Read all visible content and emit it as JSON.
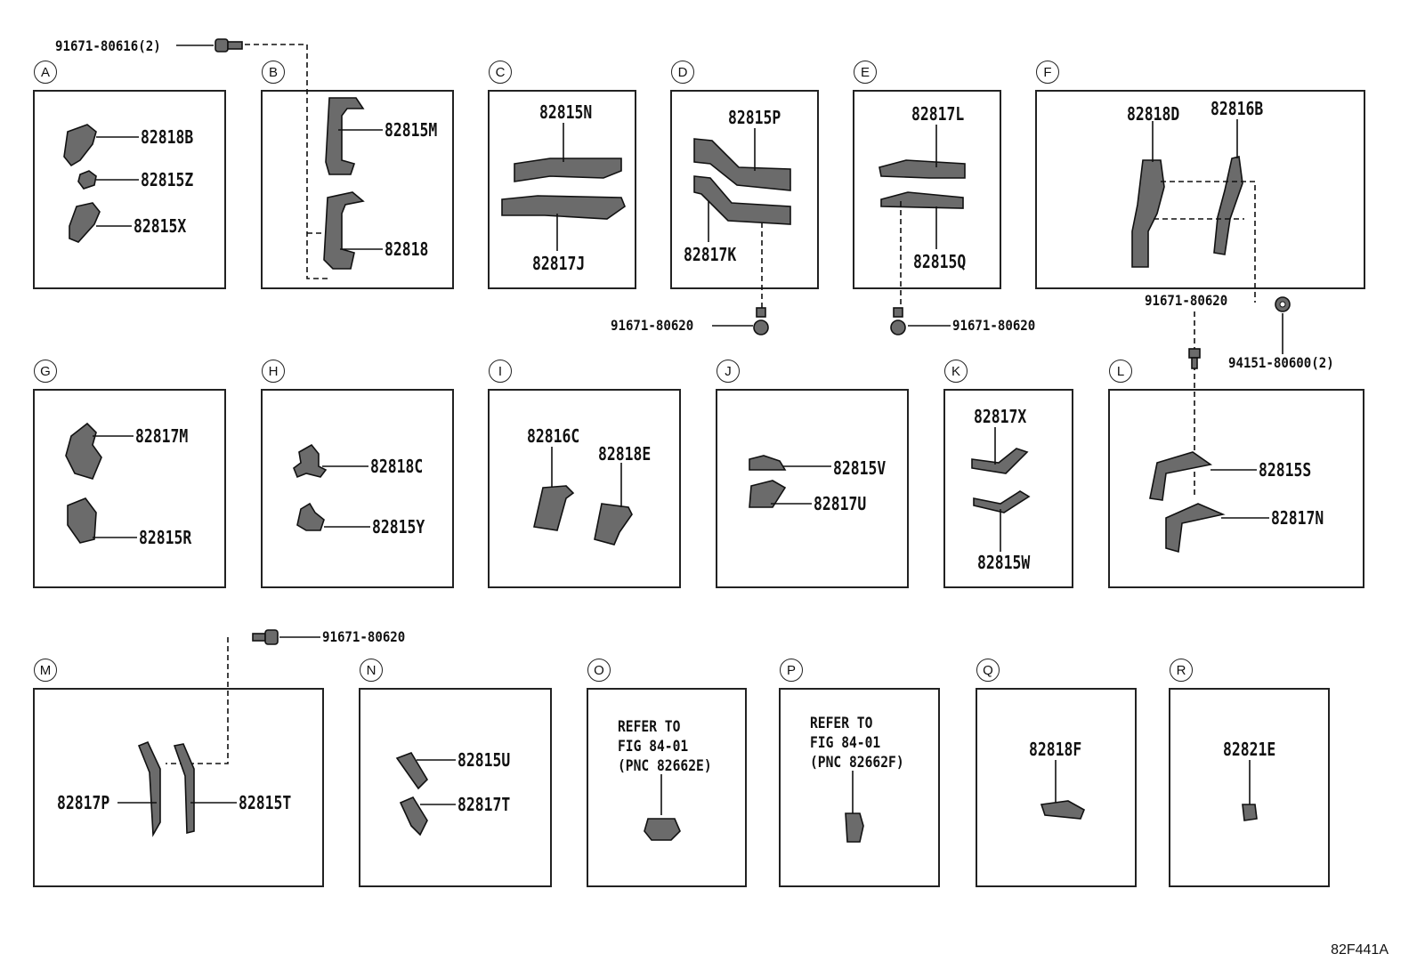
{
  "sections": [
    {
      "letter": "A",
      "parts": [
        "82818B",
        "82815Z",
        "82815X"
      ]
    },
    {
      "letter": "B",
      "parts": [
        "82815M",
        "82818"
      ]
    },
    {
      "letter": "C",
      "parts": [
        "82815N",
        "82817J"
      ]
    },
    {
      "letter": "D",
      "parts": [
        "82815P",
        "82817K"
      ]
    },
    {
      "letter": "E",
      "parts": [
        "82817L",
        "82815Q"
      ]
    },
    {
      "letter": "F",
      "parts": [
        "82818D",
        "82816B"
      ]
    },
    {
      "letter": "G",
      "parts": [
        "82817M",
        "82815R"
      ]
    },
    {
      "letter": "H",
      "parts": [
        "82818C",
        "82815Y"
      ]
    },
    {
      "letter": "I",
      "parts": [
        "82816C",
        "82818E"
      ]
    },
    {
      "letter": "J",
      "parts": [
        "82815V",
        "82817U"
      ]
    },
    {
      "letter": "K",
      "parts": [
        "82817X",
        "82815W"
      ]
    },
    {
      "letter": "L",
      "parts": [
        "82815S",
        "82817N"
      ]
    },
    {
      "letter": "M",
      "parts": [
        "82817P",
        "82815T"
      ]
    },
    {
      "letter": "N",
      "parts": [
        "82815U",
        "82817T"
      ]
    },
    {
      "letter": "O",
      "note": [
        "REFER TO",
        "FIG 84-01",
        "(PNC 82662E)"
      ]
    },
    {
      "letter": "P",
      "note": [
        "REFER TO",
        "FIG 84-01",
        "(PNC 82662F)"
      ]
    },
    {
      "letter": "Q",
      "parts": [
        "82818F"
      ]
    },
    {
      "letter": "R",
      "parts": [
        "82821E"
      ]
    }
  ],
  "fasteners": {
    "top_bolt": "91671-80616(2)",
    "d_bolt": "91671-80620",
    "e_bolt": "91671-80620",
    "f_bolt": "91671-80620",
    "f_nut": "94151-80600(2)",
    "m_bolt": "91671-80620"
  },
  "figure_code": "82F441A"
}
